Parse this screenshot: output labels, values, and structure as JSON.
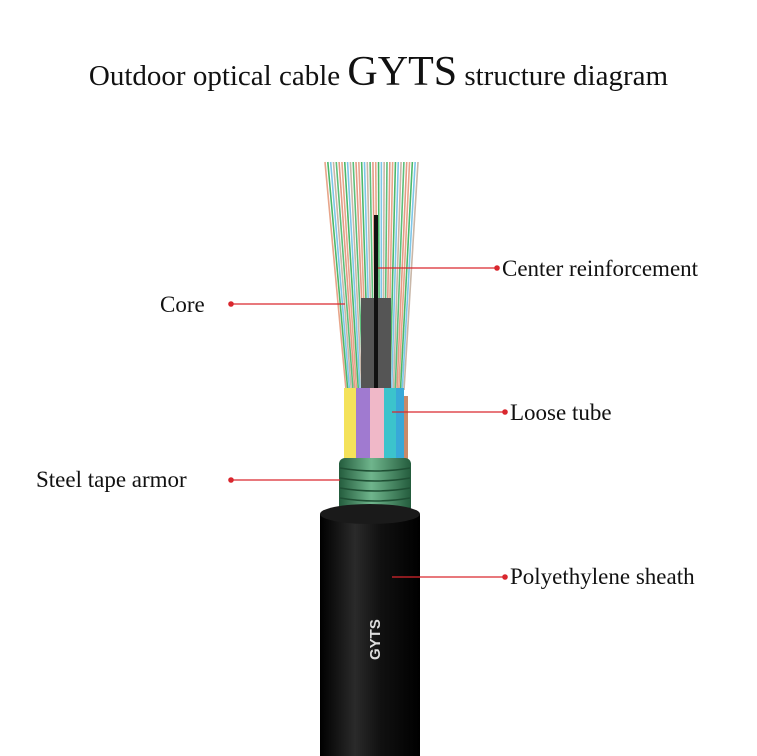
{
  "title": {
    "prefix": "Outdoor optical cable ",
    "model": "GYTS",
    "suffix": " structure diagram"
  },
  "labels": {
    "core": "Core",
    "center_reinforcement": "Center reinforcement",
    "loose_tube": "Loose tube",
    "steel_tape_armor": "Steel tape armor",
    "polyethylene_sheath": "Polyethylene sheath"
  },
  "cable_print": "GYTS",
  "colors": {
    "leader_line": "#d9272e",
    "armor": "#3f8f62",
    "sheath": "#0c0c0c"
  }
}
